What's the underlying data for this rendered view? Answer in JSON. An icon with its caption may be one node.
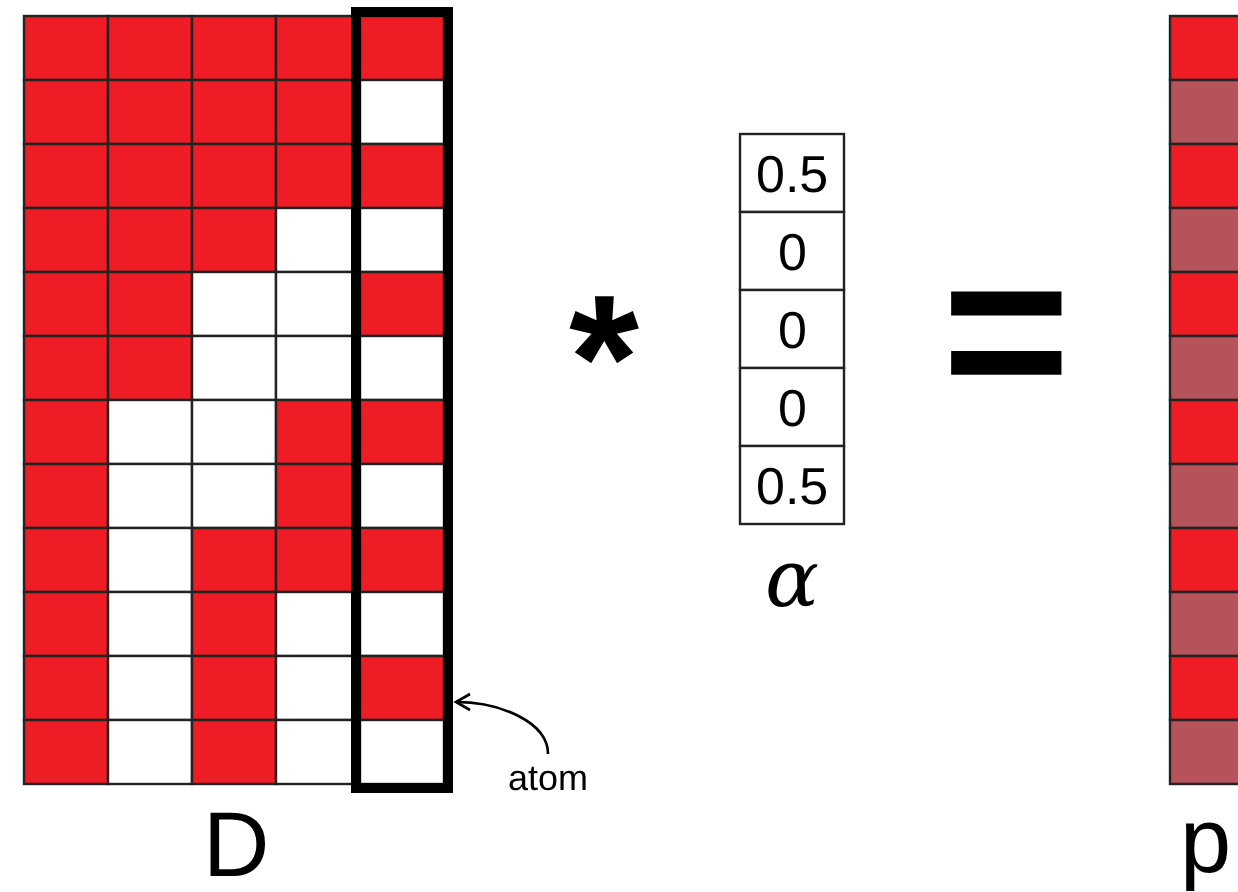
{
  "diagram": {
    "nodes": [
      {
        "text": [],
        "shape": "box"
      },
      {
        "text": [
          "atom"
        ]
      }
    ],
    "edges": [
      {
        "from": 1,
        "to": 0,
        "arrow": "to"
      }
    ],
    "labels": [
      "D",
      "*",
      "0.5",
      "0",
      "0",
      "0",
      "0.5",
      "α",
      "=",
      "p"
    ]
  }
}
